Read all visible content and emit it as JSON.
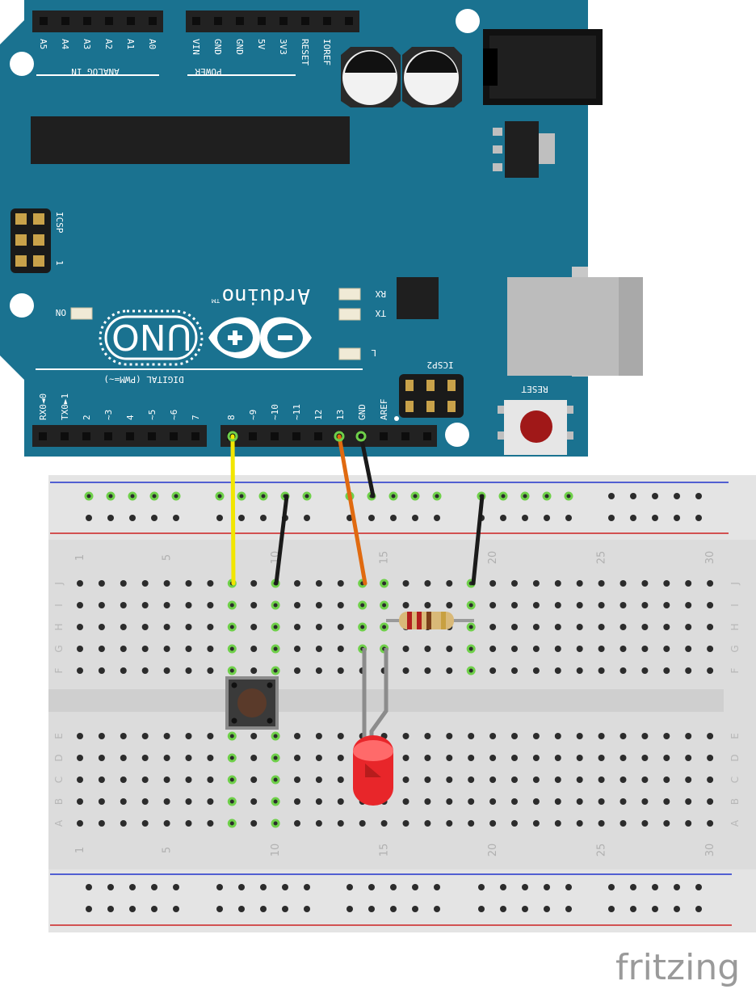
{
  "arduino": {
    "header_analog": "ANALOG IN",
    "header_power": "POWER",
    "header_digital": "DIGITAL (PWM=~)",
    "analog_pins": [
      "A5",
      "A4",
      "A3",
      "A2",
      "A1",
      "A0"
    ],
    "power_pins": [
      "VIN",
      "GND",
      "GND",
      "5V",
      "3V3",
      "RESET",
      "IOREF"
    ],
    "digital_pins": [
      "RX0◄0",
      "TX0►1",
      "2",
      "~3",
      "4",
      "~5",
      "~6",
      "7",
      "8",
      "~9",
      "~10",
      "~11",
      "12",
      "13",
      "GND",
      "AREF"
    ],
    "icsp_label": "ICSP",
    "icsp_pin1": "1",
    "icsp2_label": "ICSP2",
    "brand": "Arduino",
    "tm": "TM",
    "model": "UNO",
    "led_on": "ON",
    "led_rx": "RX",
    "led_tx": "TX",
    "led_l": "L",
    "reset_label": "RESET",
    "board_color": "#1a7290"
  },
  "breadboard": {
    "column_numbers": [
      "1",
      "5",
      "10",
      "15",
      "20",
      "25",
      "30"
    ],
    "rows_top": [
      "J",
      "I",
      "H",
      "G",
      "F"
    ],
    "rows_bottom": [
      "E",
      "D",
      "C",
      "B",
      "A"
    ],
    "rail_red": "#cc2222",
    "rail_blue": "#2233cc"
  },
  "wires": {
    "pin8": "#f2e600",
    "pin13": "#e06a10",
    "gnd": "#1a1a1a"
  },
  "watermark": "fritzing"
}
